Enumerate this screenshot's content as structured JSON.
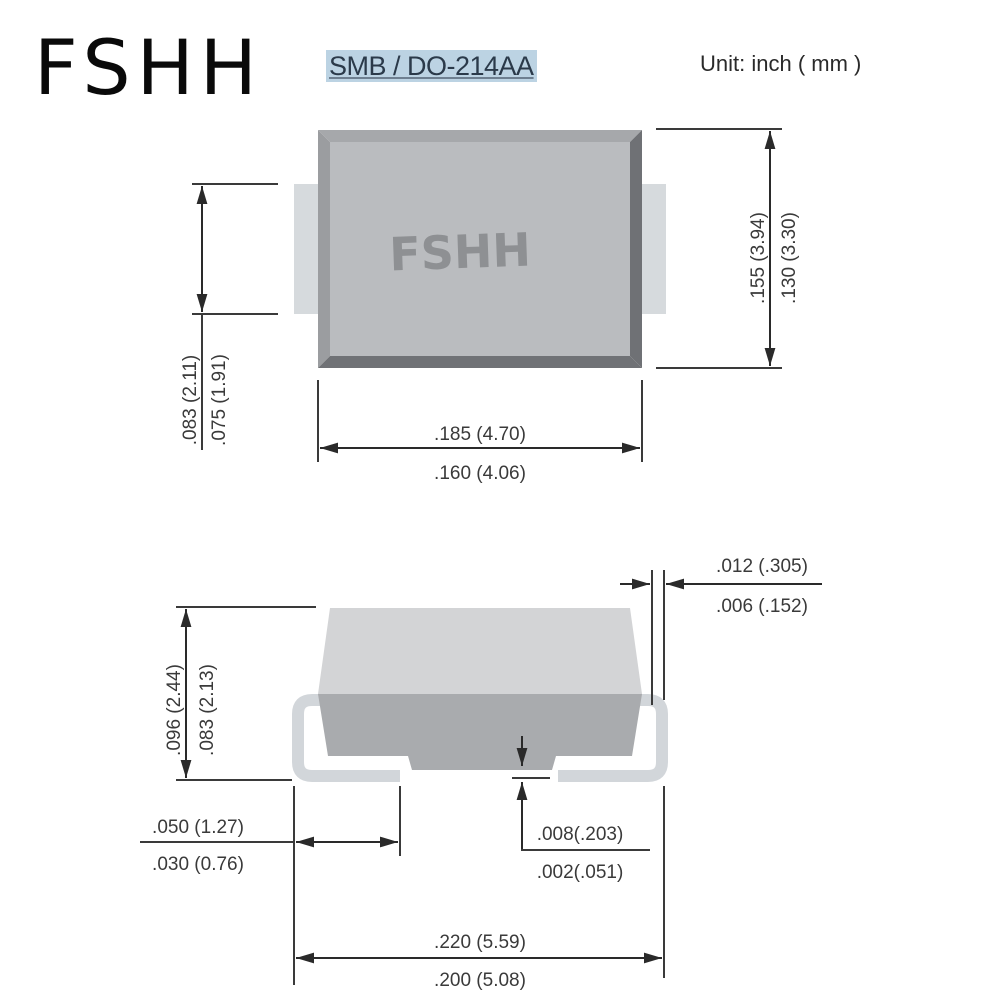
{
  "header": {
    "brand": "FSHH",
    "package_title": "SMB / DO-214AA",
    "unit_label": "Unit: inch ( mm )"
  },
  "top_view": {
    "body_marking": "FSHH",
    "lead_height": {
      "max": ".083 (2.11)",
      "min": ".075 (1.91)"
    },
    "body_height": {
      "max": ".155 (3.94)",
      "min": ".130 (3.30)"
    },
    "body_width": {
      "max": ".185 (4.70)",
      "min": ".160 (4.06)"
    }
  },
  "side_view": {
    "lead_thickness": {
      "max": ".012 (.305)",
      "min": ".006 (.152)"
    },
    "overall_height": {
      "max": ".096 (2.44)",
      "min": ".083 (2.13)"
    },
    "lead_length": {
      "max": ".050 (1.27)",
      "min": ".030 (0.76)"
    },
    "standoff": {
      "max": ".008(.203)",
      "min": ".002(.051)"
    },
    "overall_width": {
      "max": ".220 (5.59)",
      "min": ".200 (5.08)"
    }
  },
  "colors": {
    "body_face": "#b9bbbe",
    "body_edge_dark": "#76787c",
    "body_edge_light": "#a4a6a9",
    "lead": "#d4d8dc",
    "marking": "#8e9093",
    "line": "#3a3a3a",
    "title_highlight": "#bcd3e3"
  }
}
